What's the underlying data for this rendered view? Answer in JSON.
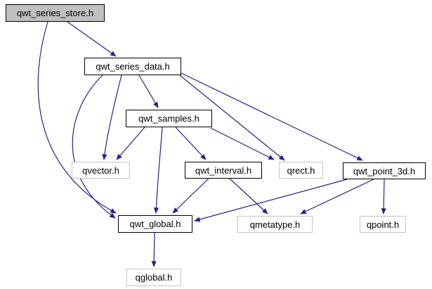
{
  "diagram": {
    "type": "include-dependency-graph",
    "root_file": "qwt_series_store.h",
    "colors": {
      "edge": "#242290",
      "current_fill": "#bfbfbf",
      "internal_border": "#000000",
      "external_border": "#c4c4c4",
      "node_fill": "#ffffff",
      "text": "#000000",
      "bg": "#ffffff"
    },
    "nodes": [
      {
        "id": "qwt_series_store.h",
        "label": "qwt_series_store.h",
        "kind": "current"
      },
      {
        "id": "qwt_series_data.h",
        "label": "qwt_series_data.h",
        "kind": "internal"
      },
      {
        "id": "qwt_samples.h",
        "label": "qwt_samples.h",
        "kind": "internal"
      },
      {
        "id": "qvector.h",
        "label": "qvector.h",
        "kind": "external"
      },
      {
        "id": "qwt_interval.h",
        "label": "qwt_interval.h",
        "kind": "internal"
      },
      {
        "id": "qrect.h",
        "label": "qrect.h",
        "kind": "external"
      },
      {
        "id": "qwt_point_3d.h",
        "label": "qwt_point_3d.h",
        "kind": "internal"
      },
      {
        "id": "qwt_global.h",
        "label": "qwt_global.h",
        "kind": "internal"
      },
      {
        "id": "qmetatype.h",
        "label": "qmetatype.h",
        "kind": "external"
      },
      {
        "id": "qpoint.h",
        "label": "qpoint.h",
        "kind": "external"
      },
      {
        "id": "qglobal.h",
        "label": "qglobal.h",
        "kind": "external"
      }
    ],
    "edges": [
      {
        "from": "qwt_series_store.h",
        "to": "qwt_series_data.h"
      },
      {
        "from": "qwt_series_store.h",
        "to": "qwt_global.h"
      },
      {
        "from": "qwt_series_data.h",
        "to": "qwt_samples.h"
      },
      {
        "from": "qwt_series_data.h",
        "to": "qvector.h"
      },
      {
        "from": "qwt_series_data.h",
        "to": "qwt_global.h"
      },
      {
        "from": "qwt_series_data.h",
        "to": "qrect.h"
      },
      {
        "from": "qwt_series_data.h",
        "to": "qwt_point_3d.h"
      },
      {
        "from": "qwt_samples.h",
        "to": "qvector.h"
      },
      {
        "from": "qwt_samples.h",
        "to": "qwt_interval.h"
      },
      {
        "from": "qwt_samples.h",
        "to": "qrect.h"
      },
      {
        "from": "qwt_samples.h",
        "to": "qwt_global.h"
      },
      {
        "from": "qwt_interval.h",
        "to": "qwt_global.h"
      },
      {
        "from": "qwt_interval.h",
        "to": "qmetatype.h"
      },
      {
        "from": "qwt_point_3d.h",
        "to": "qwt_global.h"
      },
      {
        "from": "qwt_point_3d.h",
        "to": "qmetatype.h"
      },
      {
        "from": "qwt_point_3d.h",
        "to": "qpoint.h"
      },
      {
        "from": "qwt_global.h",
        "to": "qglobal.h"
      }
    ]
  }
}
